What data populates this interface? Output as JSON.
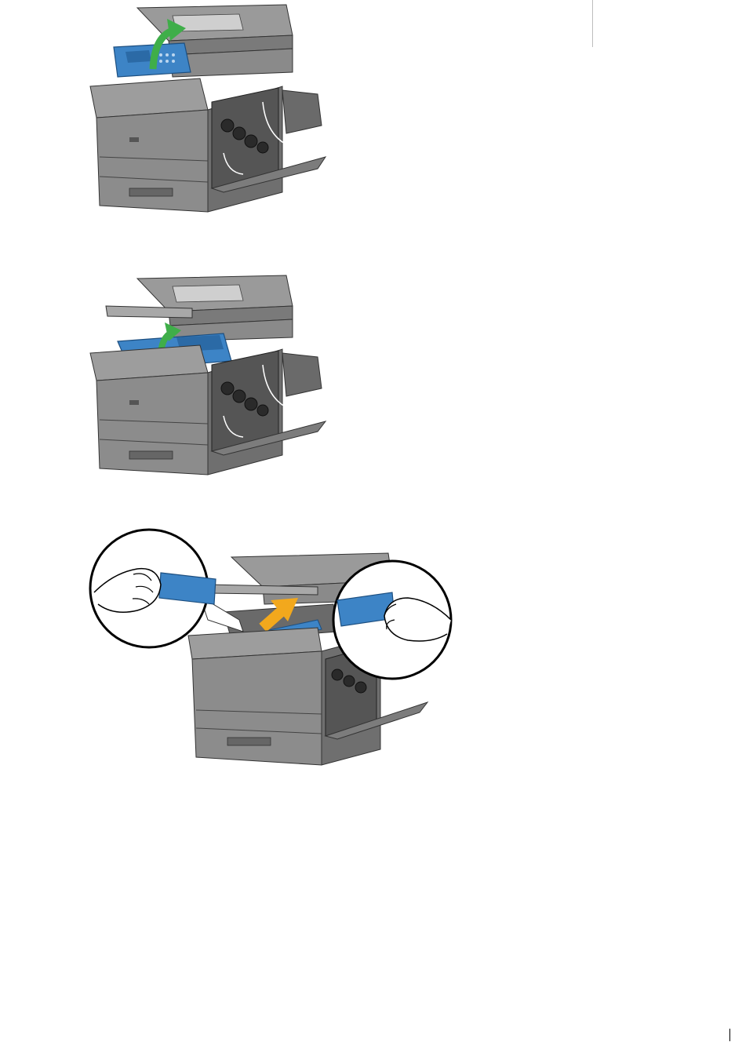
{
  "page": {
    "background": "#ffffff",
    "figures": [
      {
        "id": "fig1",
        "description_icon": "printer-lift-operator-panel-icon",
        "arrow_color": "#3fae49",
        "part_color": "#3d84c6"
      },
      {
        "id": "fig2",
        "description_icon": "printer-open-top-cover-icon",
        "arrow_color": "#3fae49",
        "part_color": "#3d84c6"
      },
      {
        "id": "fig3",
        "description_icon": "printer-remove-toner-cartridge-icon",
        "arrow_color": "#f2a81d",
        "part_color": "#3d84c6"
      }
    ]
  },
  "colors": {
    "printer_body": "#8c8c8c",
    "printer_dark": "#5a5a5a",
    "printer_light": "#bdbdbd",
    "blue_part": "#3d84c6",
    "green_arrow": "#3fae49",
    "orange_arrow": "#f2a81d"
  }
}
